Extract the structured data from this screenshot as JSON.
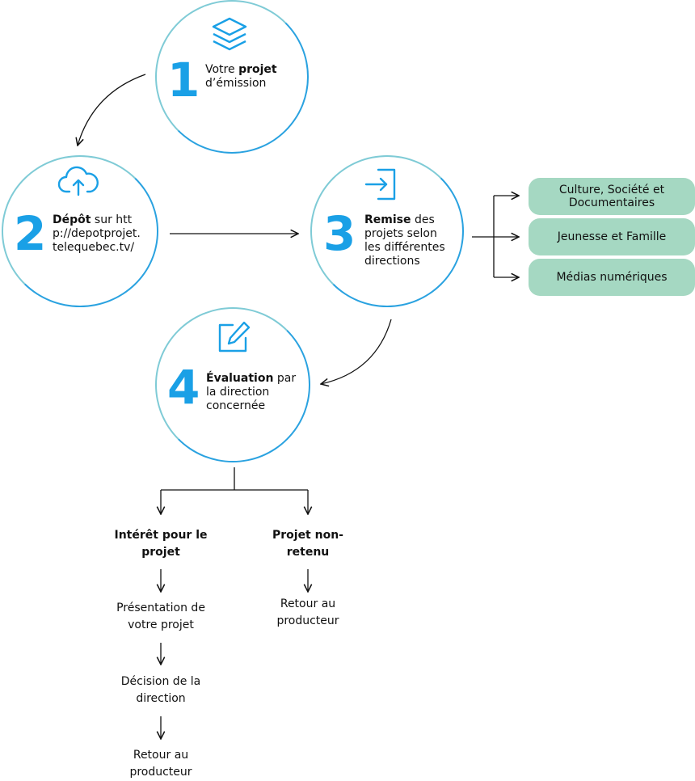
{
  "steps": [
    {
      "number": "1",
      "before": "Votre ",
      "bold": "projet",
      "after": " d’émission",
      "icon": "layers-icon"
    },
    {
      "number": "2",
      "bold": "Dépôt",
      "after": " sur http://depotprojet.telequebec.tv/",
      "icon": "cloud-upload-icon"
    },
    {
      "number": "3",
      "bold": "Remise",
      "after": " des projets selon les différentes directions",
      "icon": "sign-in-icon"
    },
    {
      "number": "4",
      "bold": "Évaluation",
      "after": " par la direction concernée",
      "icon": "edit-icon"
    }
  ],
  "directions": [
    "Culture, Société et Documentaires",
    "Jeunesse et Famille",
    "Médias numériques"
  ],
  "outcomes": {
    "interest": {
      "title": "Intérêt pour le projet",
      "steps": [
        "Présentation de votre projet",
        "Décision de la direction",
        "Retour au producteur"
      ]
    },
    "rejected": {
      "title": "Projet non-retenu",
      "steps": [
        "Retour au producteur"
      ]
    }
  },
  "colors": {
    "accent": "#1aa0e6",
    "circle_border": "#2aa2e0",
    "pill": "#a5d8c2"
  }
}
